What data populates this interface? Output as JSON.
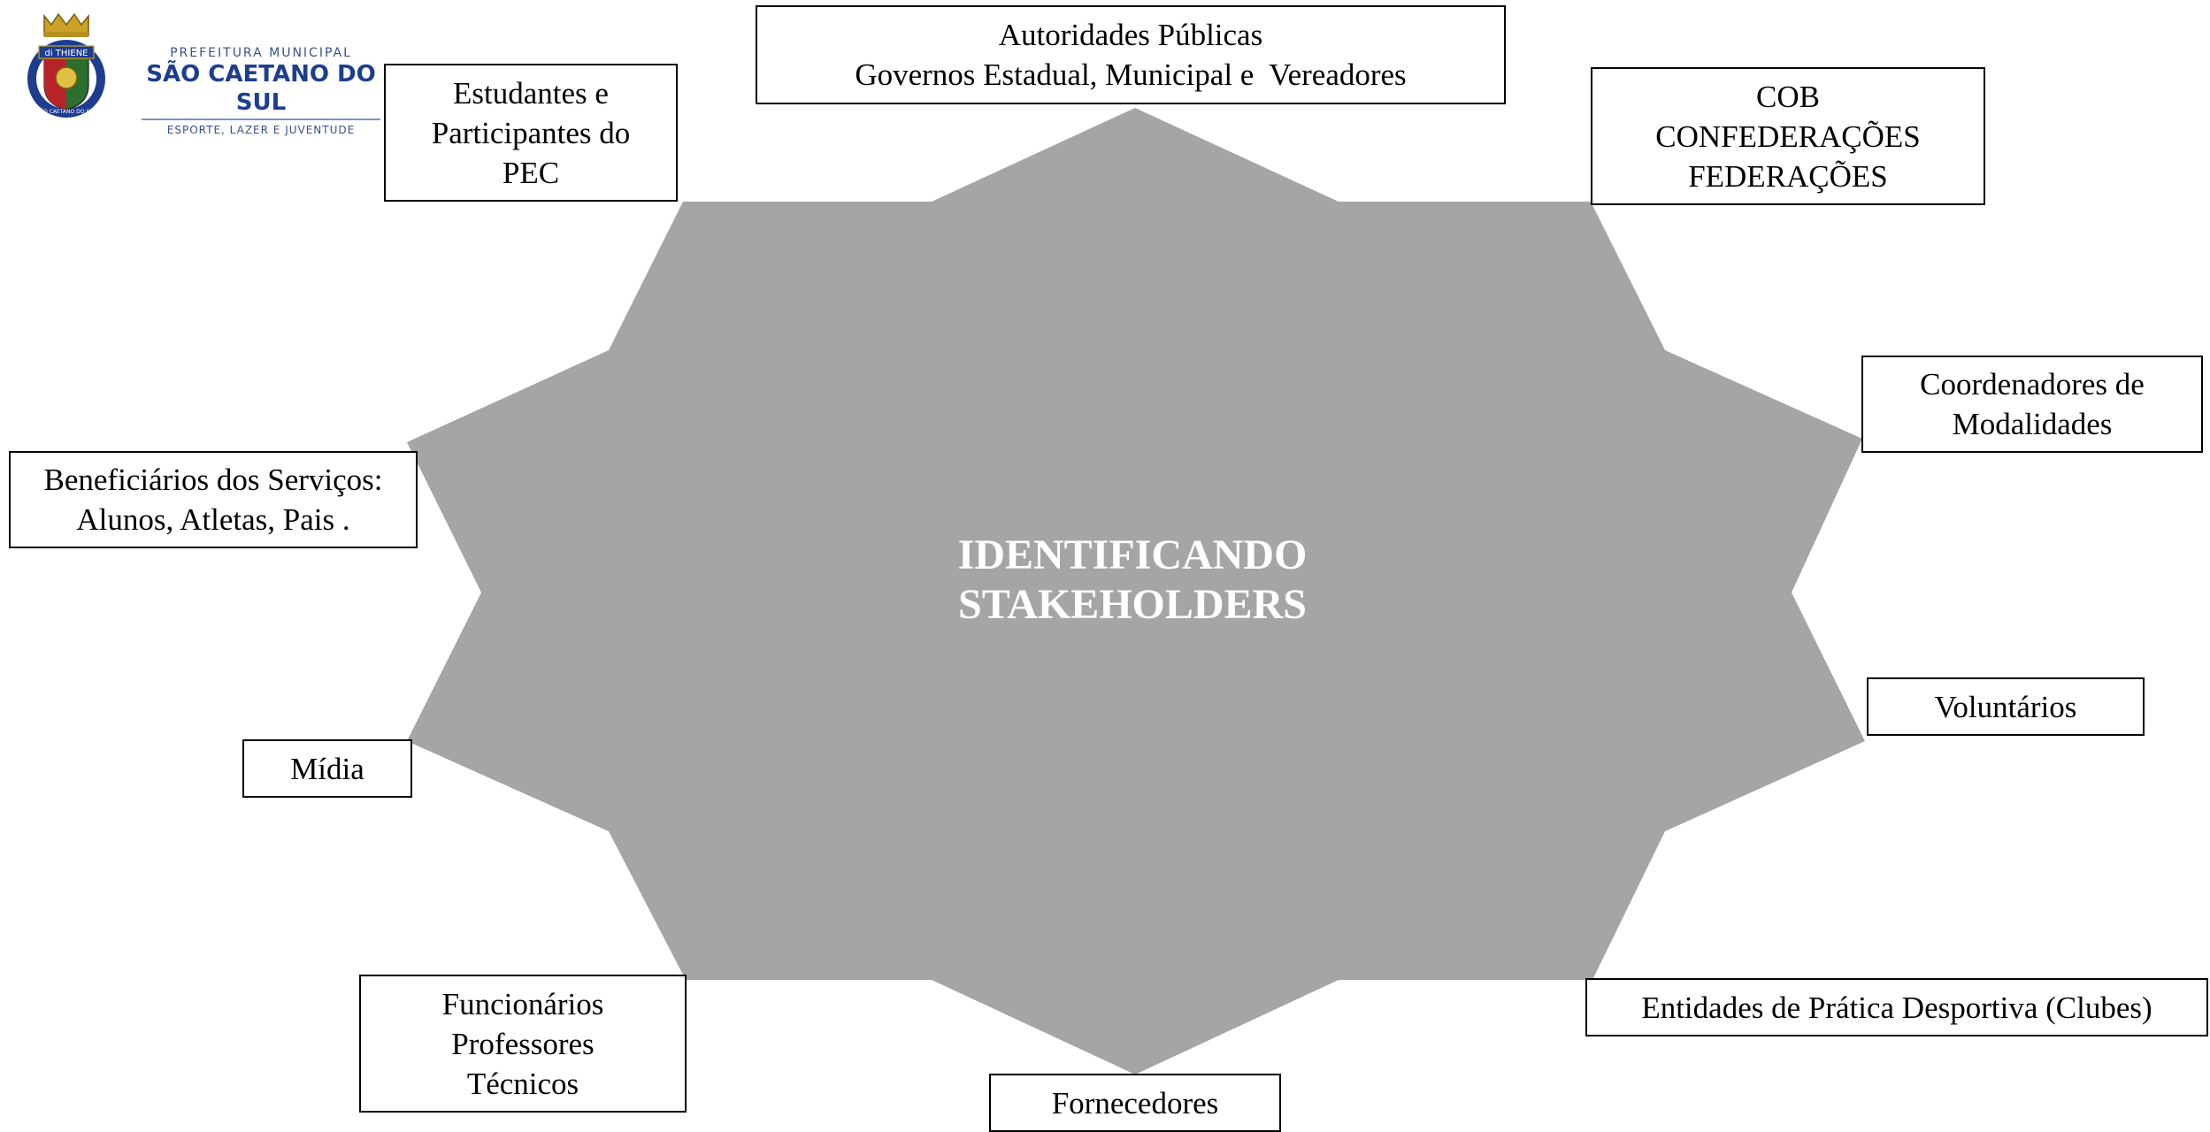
{
  "header": {
    "prefeitura": "PREFEITURA MUNICIPAL",
    "city": "SÃO CAETANO DO SUL",
    "department": "ESPORTE, LAZER E JUVENTUDE",
    "crest_banner": "di THIENE",
    "crest_ring": "SÃO CAETANO DO SUL"
  },
  "center": {
    "line1": "IDENTIFICANDO",
    "line2": "STAKEHOLDERS"
  },
  "colors": {
    "star_fill": "#a5a5a5",
    "center_text": "#ffffff",
    "box_border": "#000000"
  },
  "stakeholders": {
    "autoridades": [
      "Autoridades Públicas",
      "Governos Estadual, Municipal e  Vereadores"
    ],
    "estudantes": [
      "Estudantes e",
      "Participantes do",
      "PEC"
    ],
    "cob": [
      "COB",
      "CONFEDERAÇÕES",
      "FEDERAÇÕES"
    ],
    "coordenadores": [
      "Coordenadores de",
      "Modalidades"
    ],
    "beneficiarios": [
      "Beneficiários dos Serviços:",
      "Alunos, Atletas, Pais ."
    ],
    "voluntarios": [
      "Voluntários"
    ],
    "midia": [
      "Mídia"
    ],
    "funcionarios": [
      "Funcionários",
      "Professores",
      "Técnicos"
    ],
    "entidades": [
      "Entidades de Prática Desportiva (Clubes)"
    ],
    "fornecedores": [
      "Fornecedores"
    ]
  }
}
